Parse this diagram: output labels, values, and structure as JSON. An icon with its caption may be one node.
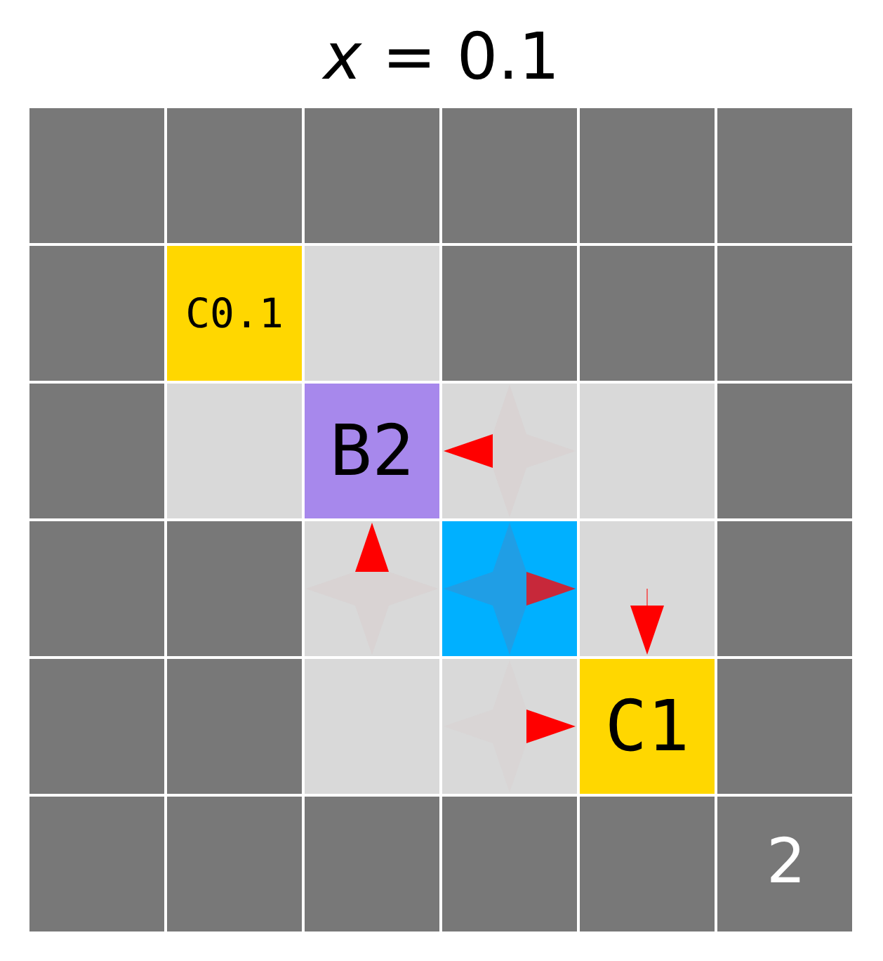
{
  "diagram": {
    "title": "*x* = 0.1",
    "nodes": [
      {
        "text": [
          "C0.1"
        ]
      },
      {
        "text": [
          "B2"
        ]
      },
      {
        "text": [
          "C1"
        ]
      }
    ],
    "labels": [
      "2"
    ]
  }
}
